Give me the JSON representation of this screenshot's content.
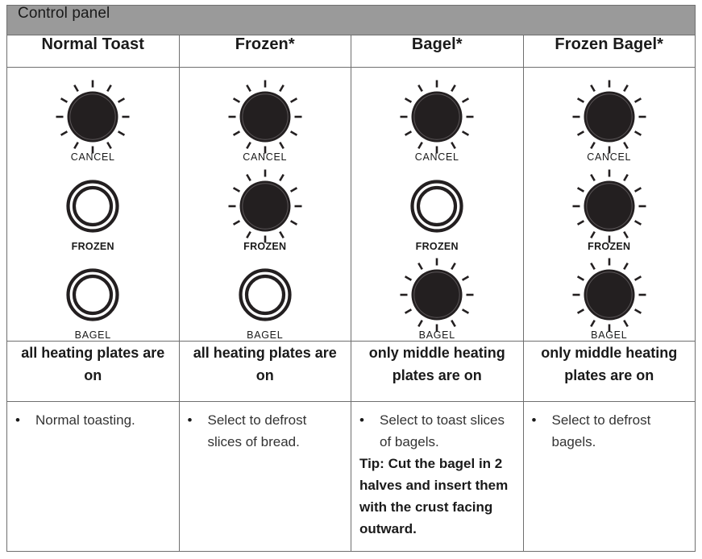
{
  "panel": {
    "title": "Control panel",
    "bullet_glyph": "•"
  },
  "columns": [
    {
      "header": "Normal Toast",
      "buttons": [
        {
          "label": "CANCEL",
          "state": "lit",
          "bold_label": false
        },
        {
          "label": "FROZEN",
          "state": "unlit",
          "bold_label": true
        },
        {
          "label": "BAGEL",
          "state": "unlit",
          "bold_label": false
        }
      ],
      "status": "all heating plates are on",
      "note": "Normal toasting.",
      "tip": ""
    },
    {
      "header": "Frozen*",
      "buttons": [
        {
          "label": "CANCEL",
          "state": "lit",
          "bold_label": false
        },
        {
          "label": "FROZEN",
          "state": "lit",
          "bold_label": true
        },
        {
          "label": "BAGEL",
          "state": "unlit",
          "bold_label": false
        }
      ],
      "status": "all heating plates are on",
      "note": "Select to defrost slices of bread.",
      "tip": ""
    },
    {
      "header": "Bagel*",
      "buttons": [
        {
          "label": "CANCEL",
          "state": "lit",
          "bold_label": false
        },
        {
          "label": "FROZEN",
          "state": "unlit",
          "bold_label": true
        },
        {
          "label": "BAGEL",
          "state": "lit",
          "bold_label": false
        }
      ],
      "status": "only middle heating plates are on",
      "note": "Select to toast slices of bagels.",
      "tip": "Tip: Cut the bagel in 2 halves and insert them with the crust facing outward."
    },
    {
      "header": "Frozen Bagel*",
      "buttons": [
        {
          "label": "CANCEL",
          "state": "lit",
          "bold_label": false
        },
        {
          "label": "FROZEN",
          "state": "lit",
          "bold_label": true
        },
        {
          "label": "BAGEL",
          "state": "lit",
          "bold_label": false
        }
      ],
      "status": "only middle heating plates are on",
      "note": "Select to defrost bagels.",
      "tip": ""
    }
  ],
  "colors": {
    "title_band": "#9a9a9a",
    "border": "#6f6f6f",
    "ink": "#1a1a1a",
    "note_ink": "#333333",
    "knob_fill": "#231f20"
  }
}
